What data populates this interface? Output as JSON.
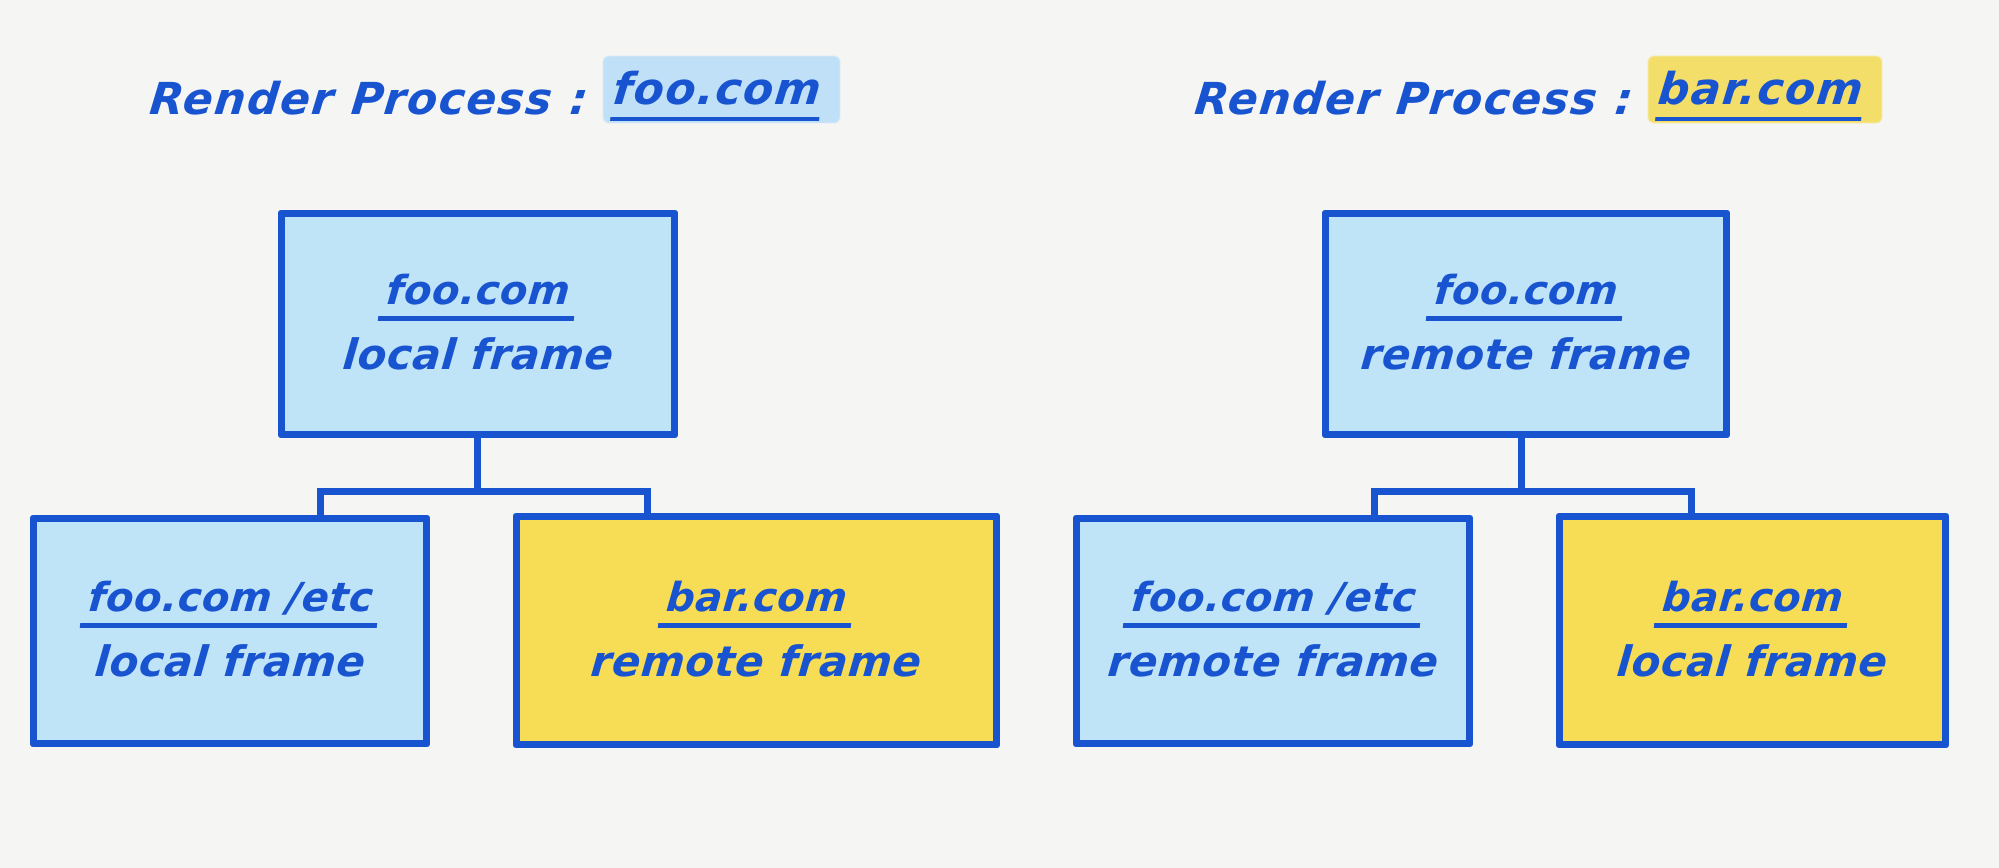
{
  "page": {
    "background_color": "#f5f5f4",
    "ink_color": "#1853d0",
    "blue_fill": "#bfe3f7",
    "yellow_fill": "#f7dd55",
    "blue_highlight": "#bfe0f7",
    "yellow_highlight": "#f4de6a"
  },
  "diagrams": [
    {
      "title": {
        "lead": "Render Process :",
        "host": "foo.com",
        "highlight_color": "#bfe0f7"
      },
      "parent": {
        "origin": "foo.com",
        "kind": "local frame",
        "fill": "blue"
      },
      "children": [
        {
          "origin": "foo.com /etc",
          "kind": "local frame",
          "fill": "blue"
        },
        {
          "origin": "bar.com",
          "kind": "remote frame",
          "fill": "yellow"
        }
      ]
    },
    {
      "title": {
        "lead": "Render Process :",
        "host": "bar.com",
        "highlight_color": "#f4de6a"
      },
      "parent": {
        "origin": "foo.com",
        "kind": "remote frame",
        "fill": "blue"
      },
      "children": [
        {
          "origin": "foo.com /etc",
          "kind": "remote frame",
          "fill": "blue"
        },
        {
          "origin": "bar.com",
          "kind": "local frame",
          "fill": "yellow"
        }
      ]
    }
  ]
}
